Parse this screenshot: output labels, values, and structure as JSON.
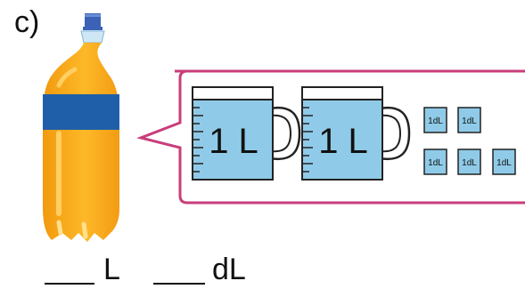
{
  "part_label": "c)",
  "containers": {
    "liter_jug_label": "1 L",
    "deciliter_cup_label": "1dL"
  },
  "answer": {
    "liter_unit": "L",
    "deciliter_unit": "dL"
  },
  "colors": {
    "juice": "#f7a81b",
    "label_band": "#1f5faa",
    "cap": "#3b62b6",
    "water": "#8fcbe8",
    "callout_border": "#c93d7b"
  },
  "quantities": {
    "liter_jugs_shown": 2,
    "deciliter_cups_shown": 5
  }
}
